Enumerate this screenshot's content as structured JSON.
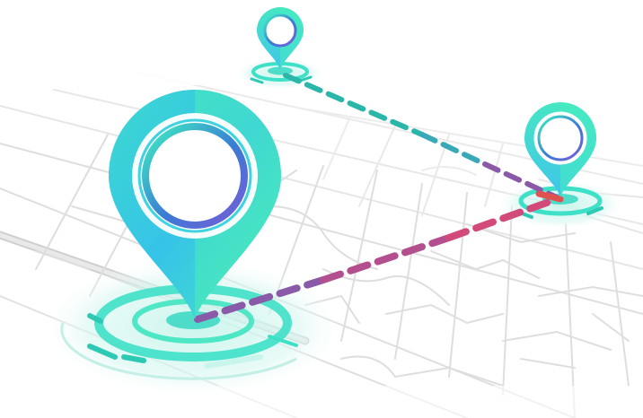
{
  "illustration": {
    "subject": "location-pins-on-isometric-map",
    "pins": [
      {
        "id": "pin-large",
        "icon": "map-pin-icon"
      },
      {
        "id": "pin-small-top",
        "icon": "map-pin-icon"
      },
      {
        "id": "pin-right",
        "icon": "map-pin-icon"
      }
    ],
    "routes": [
      {
        "id": "route-top-to-right",
        "from": "pin-small-top",
        "to": "pin-right"
      },
      {
        "id": "route-large-to-right",
        "from": "pin-large",
        "to": "pin-right"
      }
    ]
  },
  "colors": {
    "background": "#ffffff",
    "map_lines": "#d9d9d9",
    "map_lines_light": "#ececec",
    "pin_teal": "#3ee0c8",
    "pin_cyan": "#36c4e8",
    "pin_mint": "#4cf0b6",
    "ring_blue": "#3a7bd5",
    "ring_purple": "#7b5bd6",
    "route_teal": "#2ab7a9",
    "route_purple": "#8a5aa8",
    "route_pink": "#d24a7a",
    "route_red": "#e0524f",
    "halo": "#c9f5ec"
  }
}
